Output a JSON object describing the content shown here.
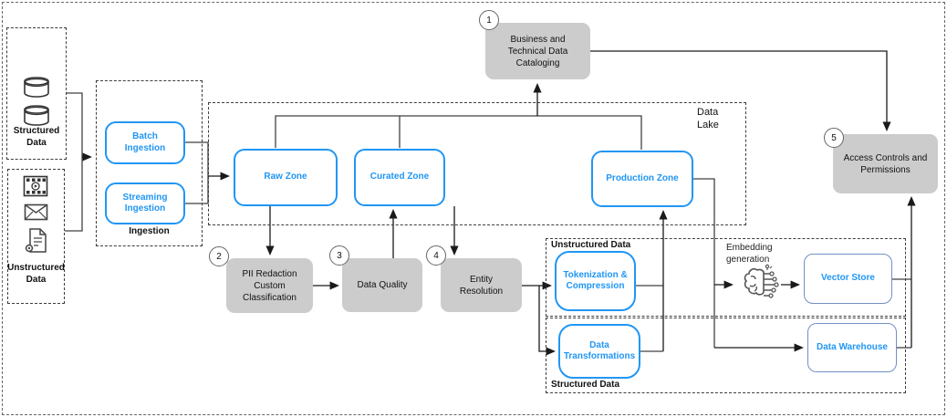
{
  "diagram": {
    "sources": {
      "structured": {
        "label": "Structured Data"
      },
      "unstructured": {
        "label": "Unstructured Data"
      }
    },
    "ingestion": {
      "title": "Ingestion",
      "batch_label": "Batch Ingestion",
      "streaming_label": "Streaming Ingestion"
    },
    "data_lake": {
      "title": "Data Lake",
      "raw_label": "Raw Zone",
      "curated_label": "Curated Zone",
      "production_label": "Production Zone"
    },
    "cataloging": {
      "badge": "1",
      "label": "Business and Technical Data Cataloging"
    },
    "governance": {
      "pii": {
        "badge": "2",
        "label": "PII Redaction Custom Classification"
      },
      "quality": {
        "badge": "3",
        "label": "Data Quality"
      },
      "entity": {
        "badge": "4",
        "label": "Entity Resolution"
      }
    },
    "processing": {
      "unstructured_zone_title": "Unstructured Data",
      "structured_zone_title": "Structured Data",
      "tokenization_label": "Tokenization & Compression",
      "transformations_label": "Data Transformations",
      "embedding_label": "Embedding generation",
      "vector_store_label": "Vector Store",
      "warehouse_label": "Data Warehouse"
    },
    "access": {
      "badge": "5",
      "label": "Access Controls and Permissions"
    },
    "colors": {
      "accent_blue": "#2196F3",
      "steel_blue": "#7290c4",
      "box_gray": "#cccccc"
    }
  }
}
